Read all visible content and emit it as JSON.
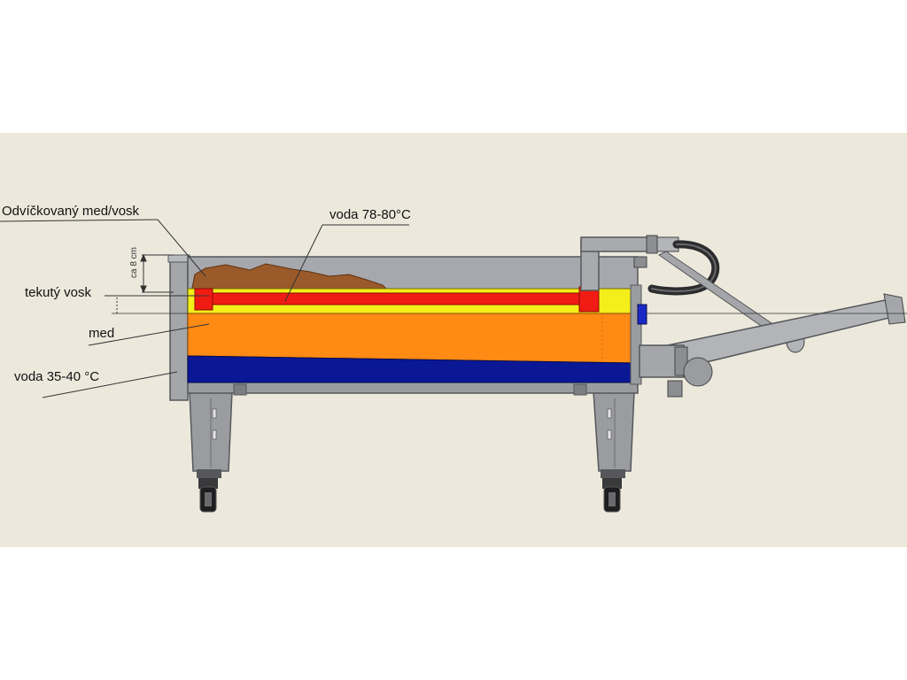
{
  "labels": {
    "decapped": "Odvíčkovaný med/vosk",
    "hot_water": "voda 78-80°C",
    "liquid_wax": "tekutý vosk",
    "honey": "med",
    "warm_water": "voda 35-40 °C",
    "dimension": "ca 8 cm"
  },
  "colors": {
    "panel": "#ece9dc",
    "hot_water": "#f01c14",
    "liquid_wax": "#f4ee1a",
    "honey": "#ff8a14",
    "warm_water": "#0a1896",
    "decapped_wax": "#9a5a2a",
    "steel": "#8e9094"
  }
}
